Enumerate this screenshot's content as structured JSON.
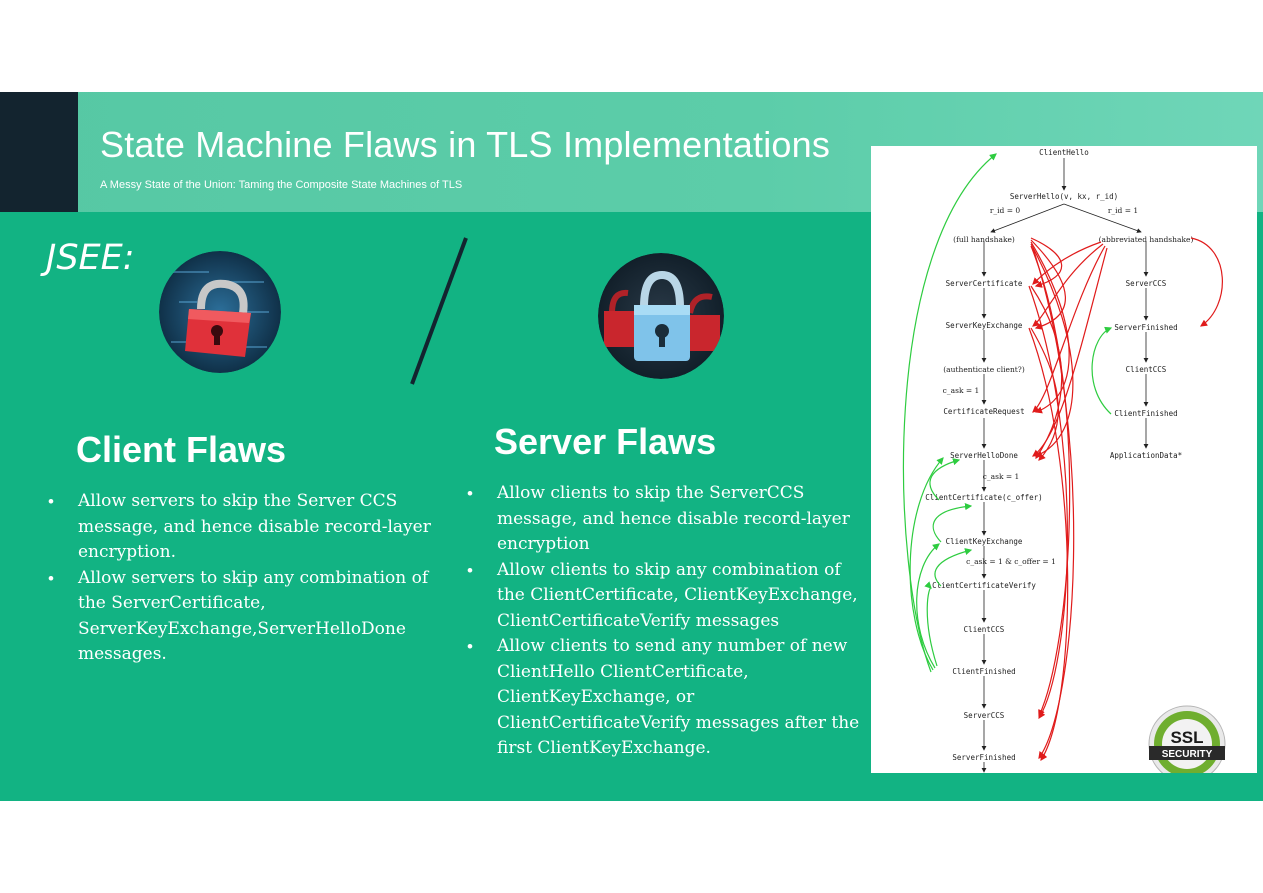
{
  "header": {
    "title": "State Machine Flaws in TLS Implementations",
    "subtitle": "A Messy State of the Union: Taming the Composite State Machines of TLS"
  },
  "label": "JSEE:",
  "client": {
    "heading": "Client Flaws",
    "bullets": [
      "Allow servers to skip the Server CCS message, and hence disable record-layer encryption.",
      "Allow servers to skip any combination of the ServerCertificate, ServerKeyExchange,ServerHelloDone messages."
    ]
  },
  "server": {
    "heading": "Server Flaws",
    "bullets": [
      "Allow clients to skip the ServerCCS message, and hence disable record-layer encryption",
      "Allow clients to skip any combination of the ClientCertificate, ClientKeyExchange, ClientCertificateVerify messages",
      "Allow clients to send any number of new ClientHello ClientCertificate, ClientKeyExchange, or ClientCertificateVerify messages after the first ClientKeyExchange."
    ]
  },
  "diagram": {
    "top": "ClientHello",
    "server_hello": "ServerHello(v, kx, r_id)",
    "branch_left_cond": "r_id = 0",
    "branch_right_cond": "r_id = 1",
    "left_branch_label": "(full handshake)",
    "right_branch_label": "(abbreviated handshake)",
    "left_states": [
      "ServerCertificate",
      "ServerKeyExchange",
      "(authenticate client?)",
      "c_ask = 1",
      "CertificateRequest",
      "ServerHelloDone",
      "c_ask = 1",
      "ClientCertificate(c_offer)",
      "ClientKeyExchange",
      "c_ask = 1 & c_offer = 1",
      "ClientCertificateVerify",
      "ClientCCS",
      "ClientFinished",
      "ServerCCS",
      "ServerFinished"
    ],
    "right_states": [
      "ServerCCS",
      "ServerFinished",
      "ClientCCS",
      "ClientFinished",
      "ApplicationData*"
    ],
    "badge_line1": "SSL",
    "badge_line2": "SECURITY"
  },
  "colors": {
    "slide_bg": "#12b383",
    "header_band": "#5ccda9",
    "dark_square": "#13242f",
    "divider": "#13242f",
    "green_arrow": "#2ecc40",
    "red_arrow": "#e01b1b"
  },
  "icons": {
    "left_lock": "red-padlock-digital-icon",
    "right_lock": "blue-and-red-padlocks-icon",
    "badge": "ssl-security-badge-icon"
  }
}
